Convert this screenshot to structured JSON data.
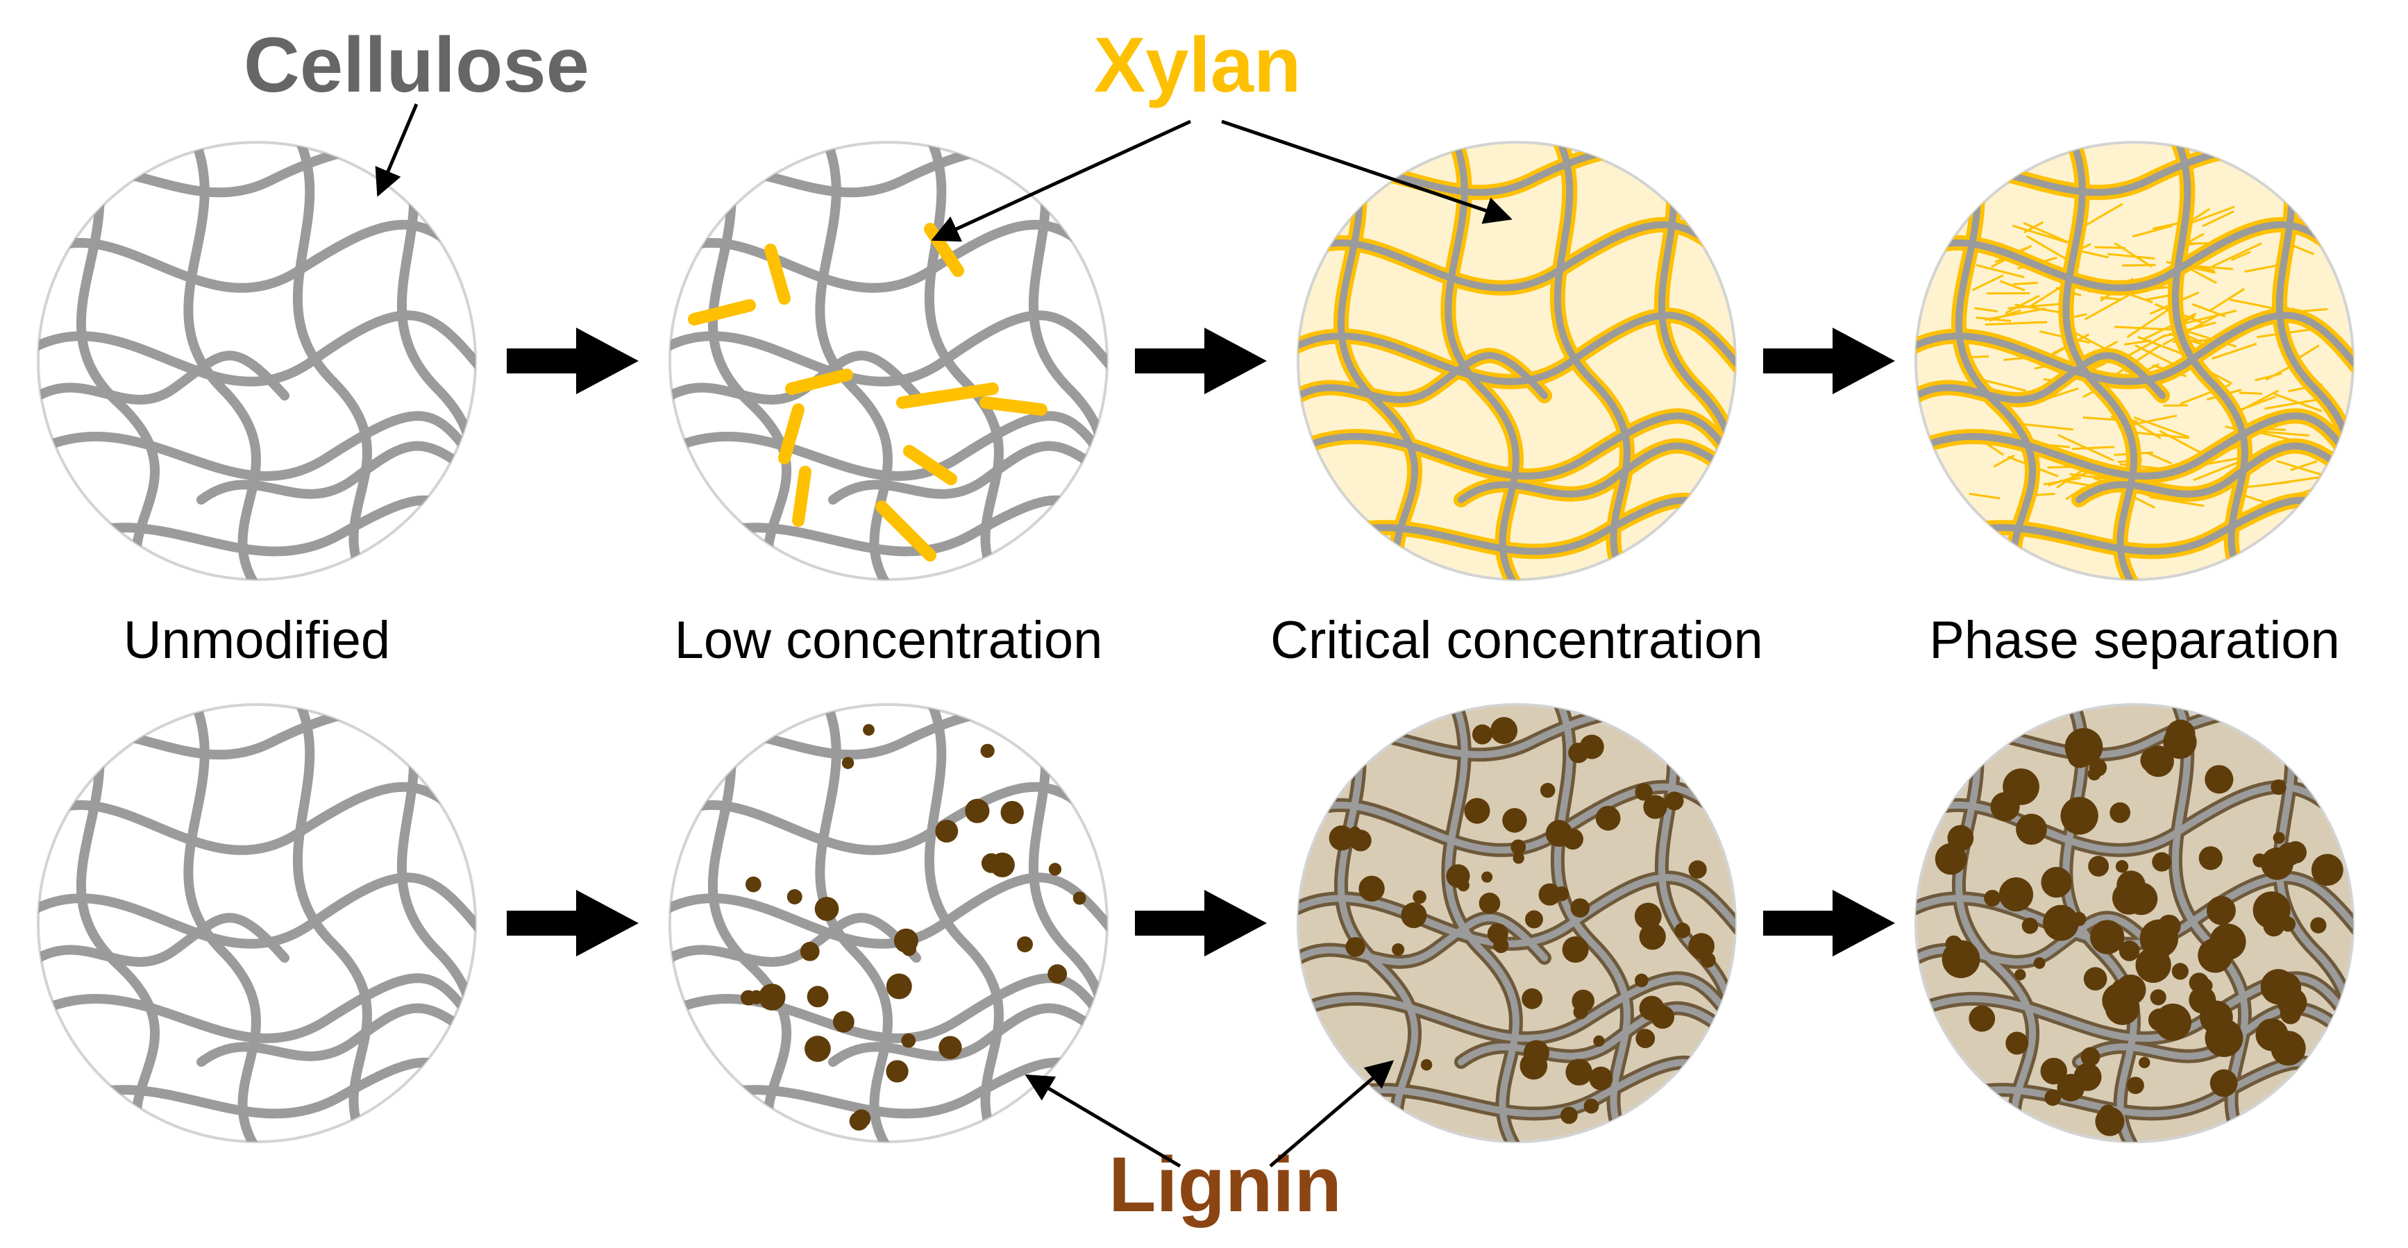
{
  "labels": {
    "cellulose": "Cellulose",
    "xylan": "Xylan",
    "lignin": "Lignin"
  },
  "stages": [
    {
      "caption": "Unmodified"
    },
    {
      "caption": "Low concentration"
    },
    {
      "caption": "Critical concentration"
    },
    {
      "caption": "Phase separation"
    }
  ],
  "colors": {
    "cellulose": "#9b9b9b",
    "xylan": "#ffc000",
    "xylan_bg": "#fff3cf",
    "lignin": "#5f3d0b",
    "lignin_bg": "#d9ccb5",
    "lignin_label": "#8b4513",
    "arrow": "#000000",
    "circle_border": "#d3d3d3"
  }
}
